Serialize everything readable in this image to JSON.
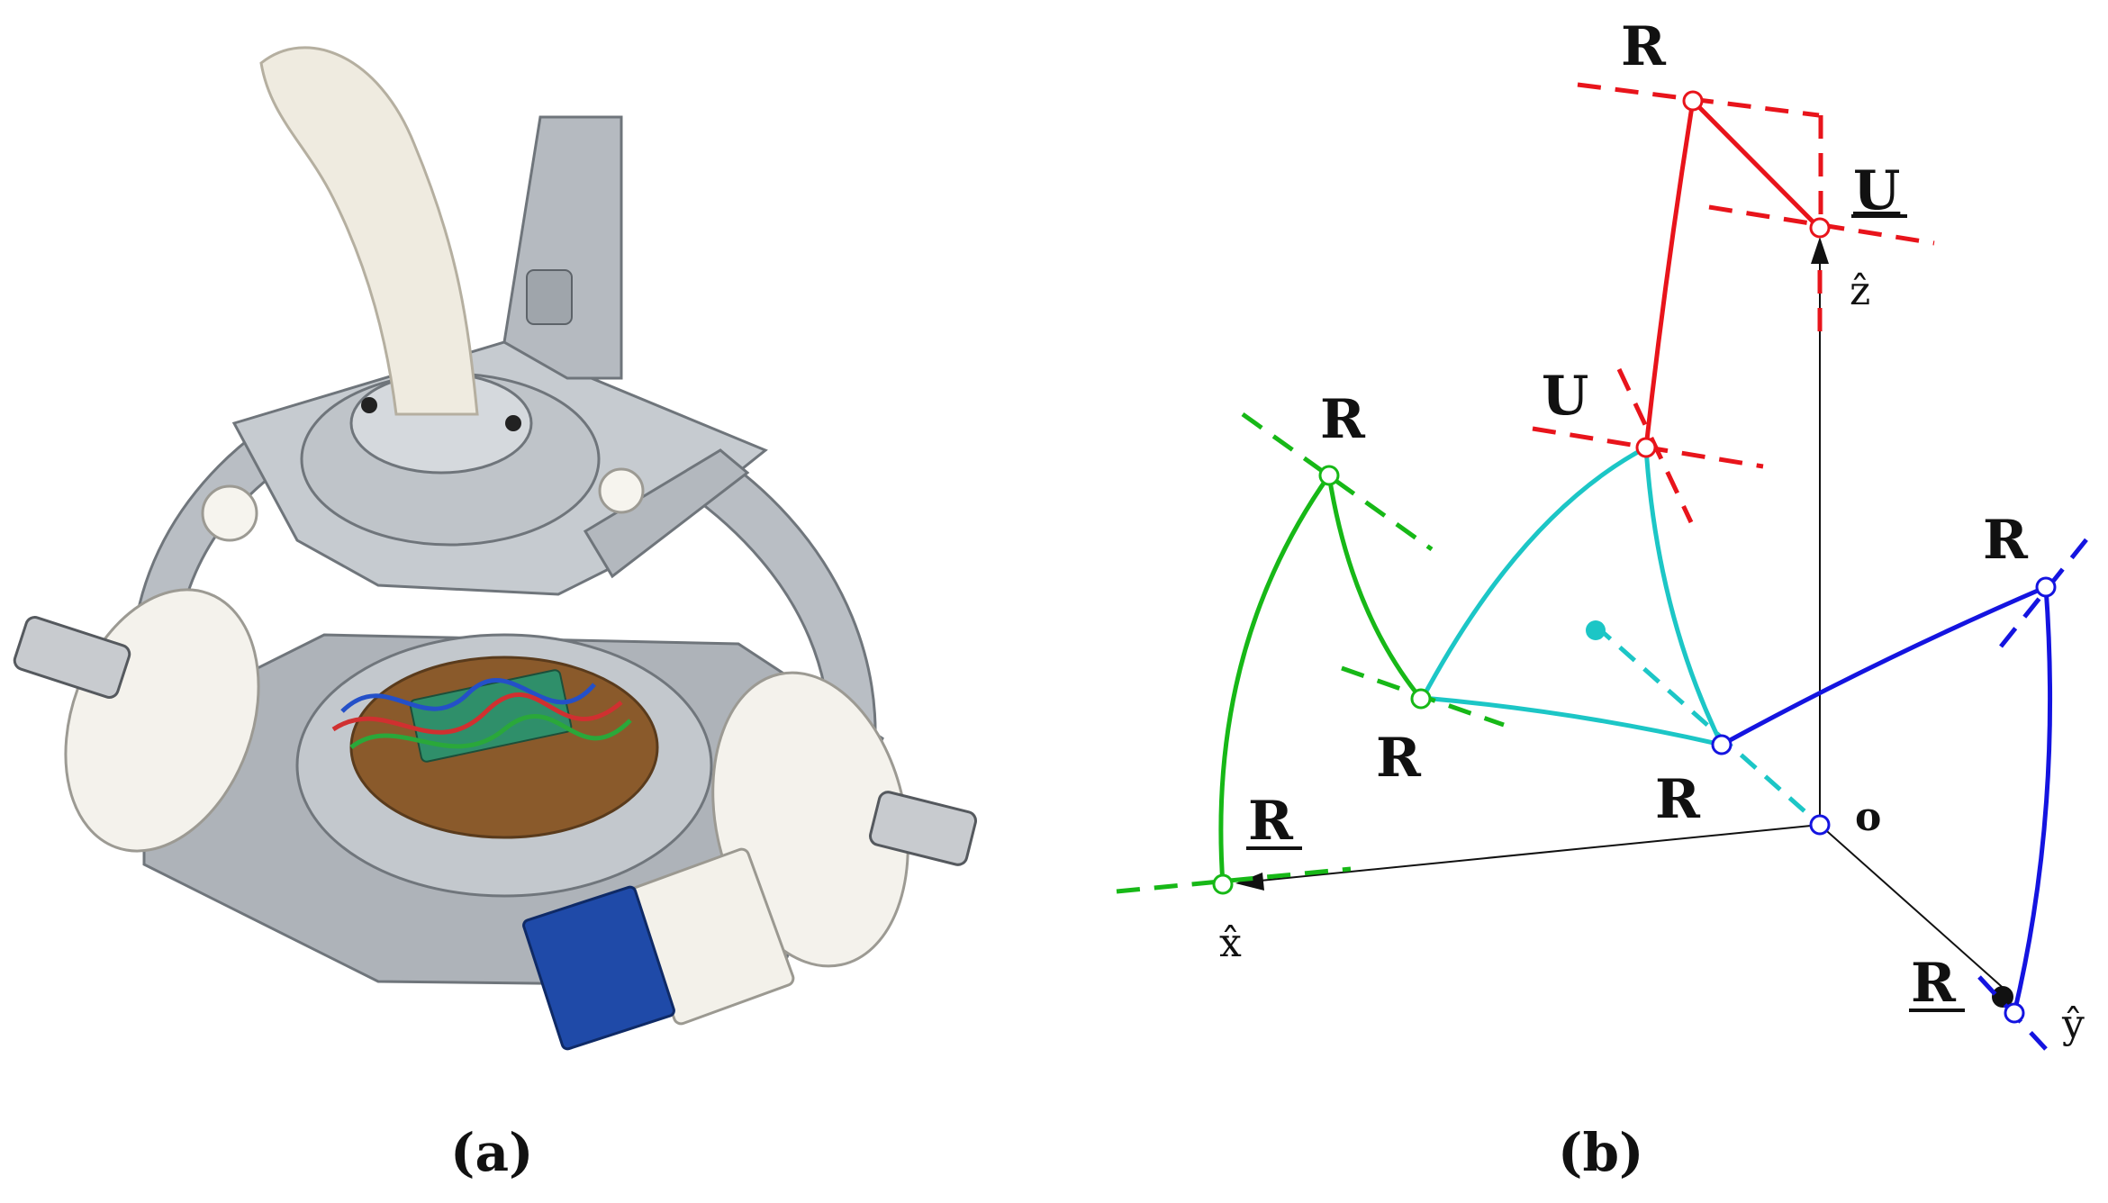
{
  "panels": [
    {
      "id": "a",
      "caption": "(a)"
    },
    {
      "id": "b",
      "caption": "(b)"
    }
  ],
  "diagram": {
    "joint_labels": {
      "red_top_r": "R",
      "red_u_right": "U",
      "red_u_left": "U",
      "green_top_r": "R",
      "green_mid_r": "R",
      "green_base_r": "R",
      "cyan_r": "R",
      "blue_top_r": "R",
      "blue_base_r": "R"
    },
    "axes": {
      "x": "x̂",
      "y": "ŷ",
      "z": "ẑ",
      "origin": "o"
    }
  },
  "colors": {
    "red": "#e8141b",
    "green": "#17b817",
    "cyan": "#1cc6c6",
    "blue": "#1414e0",
    "axis": "#111111",
    "aluminum": "#b9bec4",
    "plastic": "#f1eee6"
  }
}
